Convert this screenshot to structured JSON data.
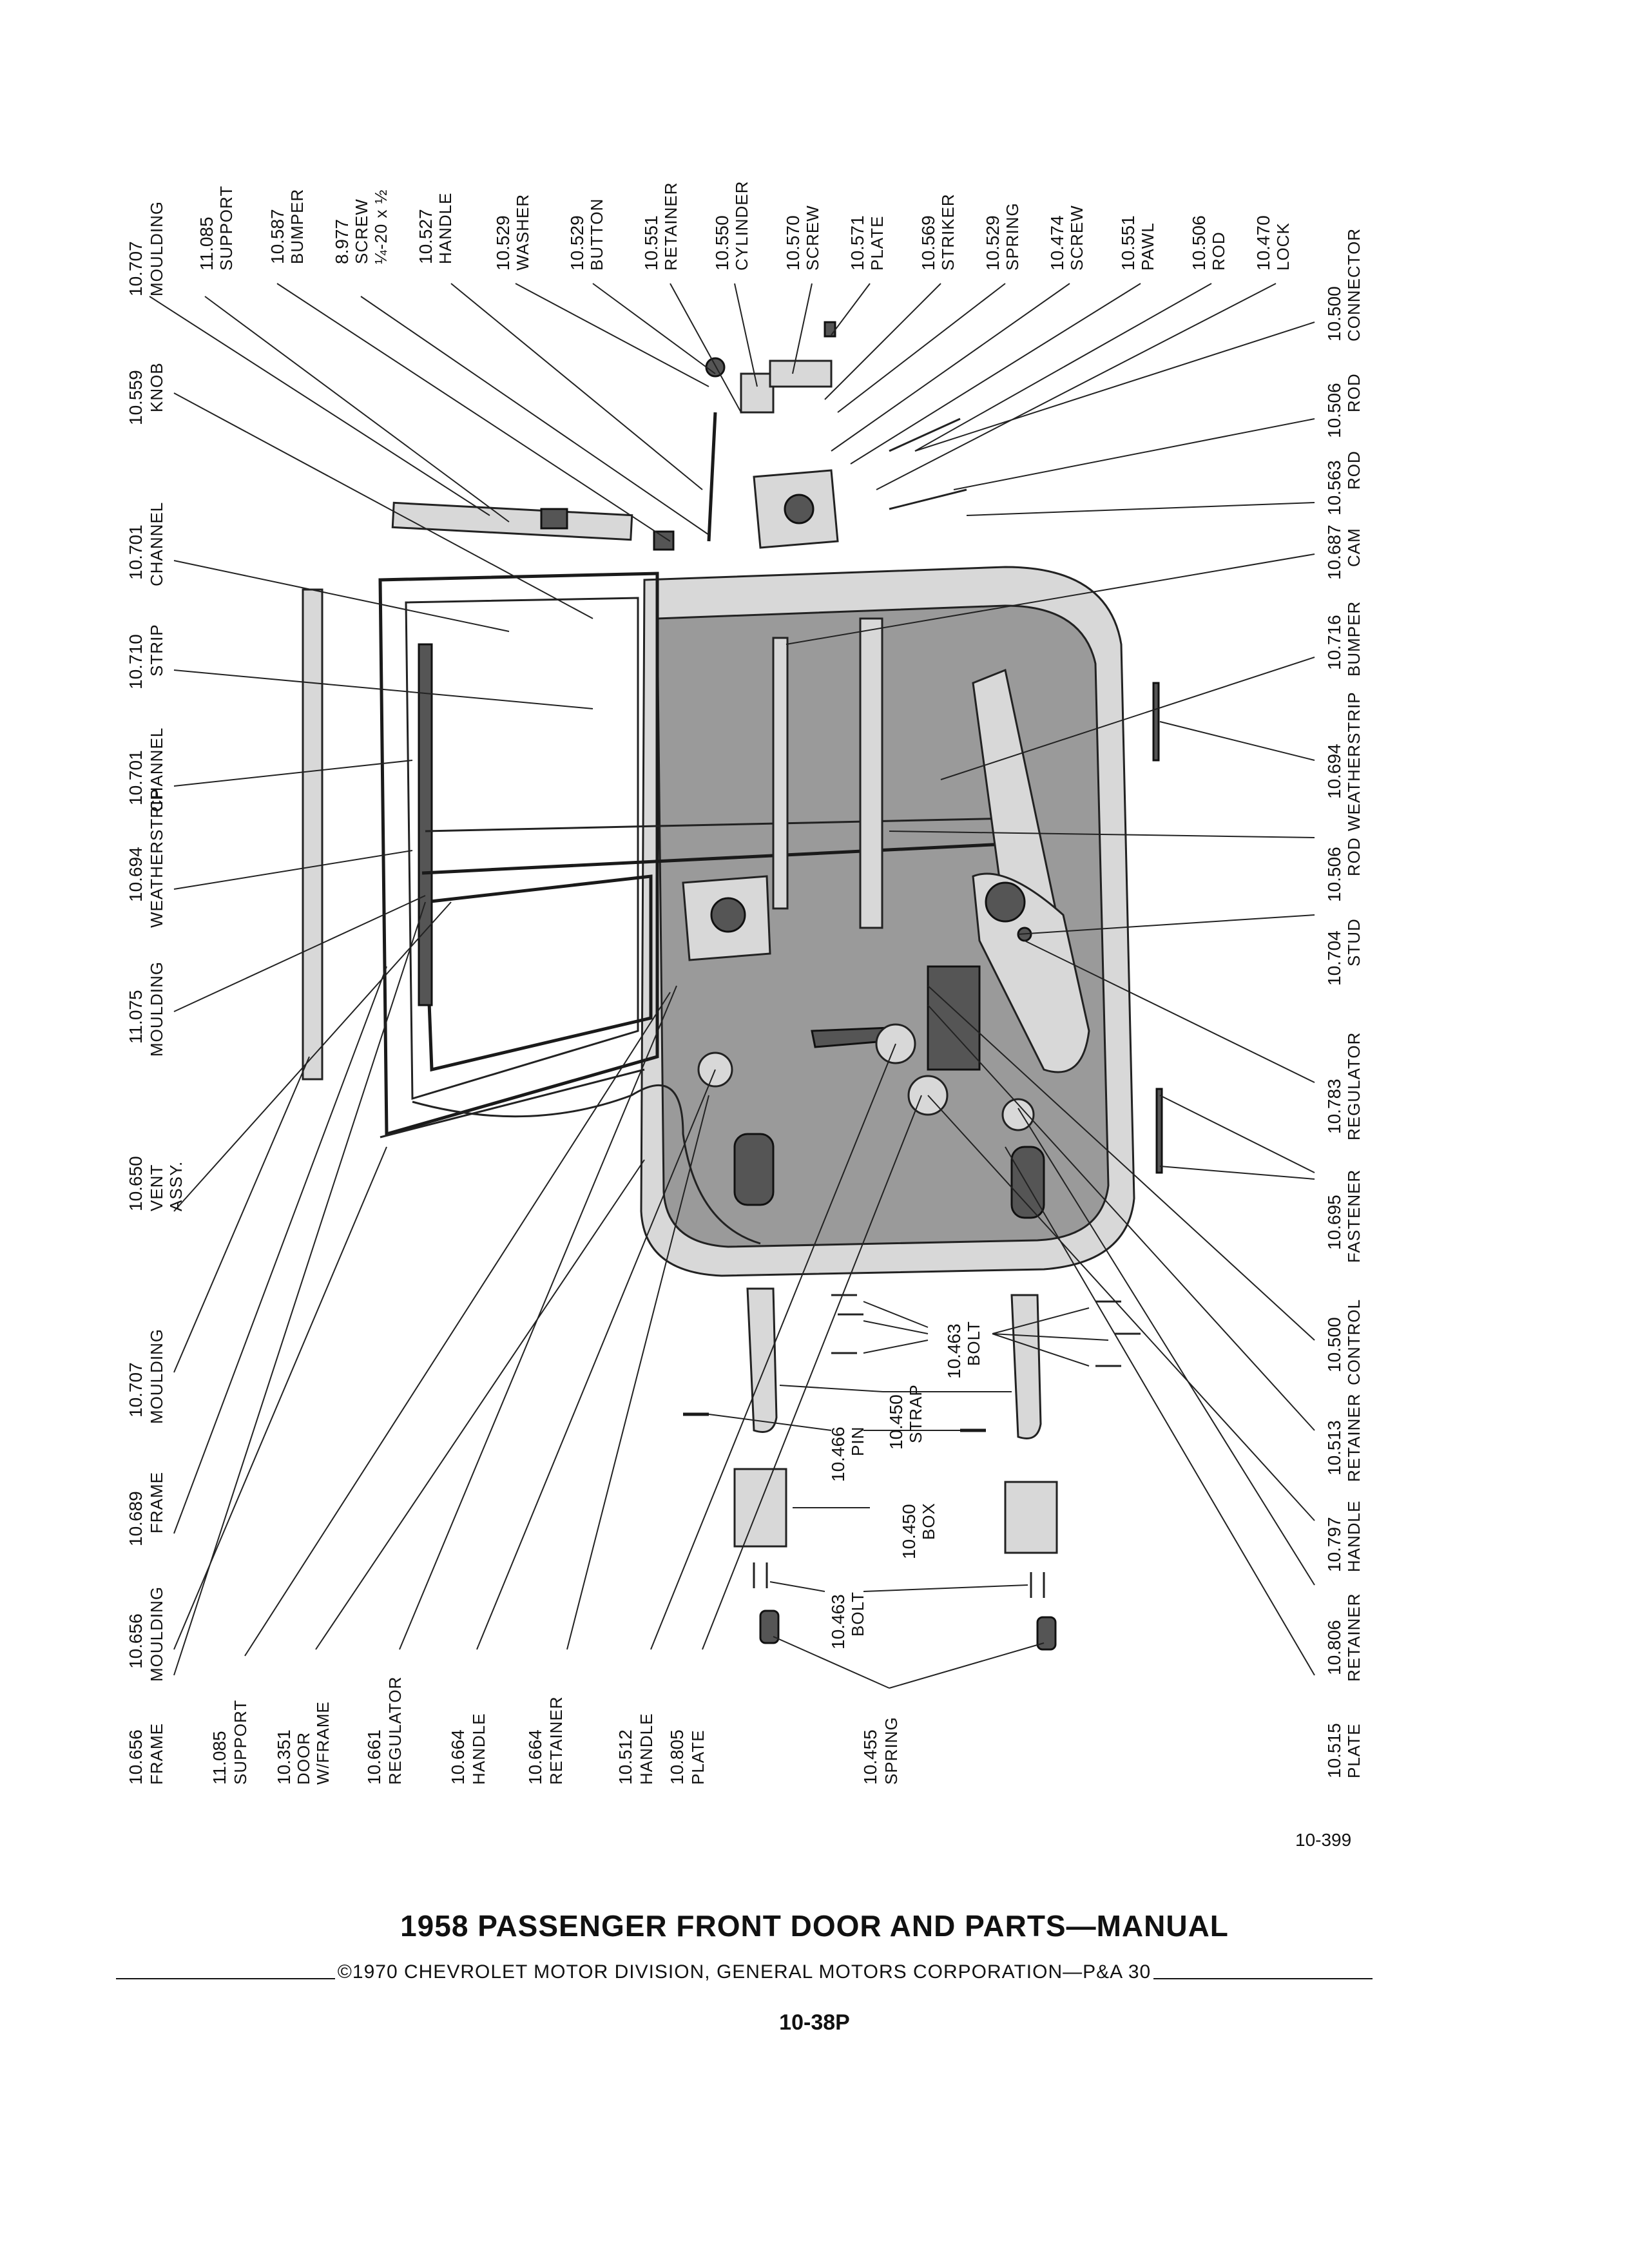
{
  "title": "1958 PASSENGER FRONT DOOR AND PARTS—MANUAL",
  "copyright": "©1970 CHEVROLET MOTOR DIVISION, GENERAL MOTORS CORPORATION—P&A 30",
  "page_number": "10-38P",
  "figure_code": "10-399",
  "labels": {
    "top": [
      {
        "num": "10.707",
        "name": "MOULDING"
      },
      {
        "num": "11.085",
        "name": "SUPPORT"
      },
      {
        "num": "10.587",
        "name": "BUMPER"
      },
      {
        "num": "8.977",
        "name": "SCREW",
        "extra": "¼-20 x ½"
      },
      {
        "num": "10.527",
        "name": "HANDLE"
      },
      {
        "num": "10.529",
        "name": "WASHER"
      },
      {
        "num": "10.529",
        "name": "BUTTON"
      },
      {
        "num": "10.551",
        "name": "RETAINER"
      },
      {
        "num": "10.550",
        "name": "CYLINDER"
      },
      {
        "num": "10.570",
        "name": "SCREW"
      },
      {
        "num": "10.571",
        "name": "PLATE"
      },
      {
        "num": "10.569",
        "name": "STRIKER"
      },
      {
        "num": "10.529",
        "name": "SPRING"
      },
      {
        "num": "10.474",
        "name": "SCREW"
      },
      {
        "num": "10.551",
        "name": "PAWL"
      },
      {
        "num": "10.506",
        "name": "ROD"
      },
      {
        "num": "10.470",
        "name": "LOCK"
      }
    ],
    "left": [
      {
        "num": "10.559",
        "name": "KNOB"
      },
      {
        "num": "10.701",
        "name": "CHANNEL"
      },
      {
        "num": "10.710",
        "name": "STRIP"
      },
      {
        "num": "10.701",
        "name": "CHANNEL"
      },
      {
        "num": "10.694",
        "name": "WEATHERSTRIP"
      },
      {
        "num": "11.075",
        "name": "MOULDING"
      },
      {
        "num": "10.650",
        "name": "VENT",
        "extra": "ASSY."
      },
      {
        "num": "10.707",
        "name": "MOULDING"
      },
      {
        "num": "10.689",
        "name": "FRAME"
      },
      {
        "num": "10.656",
        "name": "MOULDING"
      }
    ],
    "bottom": [
      {
        "num": "10.656",
        "name": "FRAME"
      },
      {
        "num": "11.085",
        "name": "SUPPORT"
      },
      {
        "num": "10.351",
        "name": "DOOR",
        "extra": "W/FRAME"
      },
      {
        "num": "10.661",
        "name": "REGULATOR"
      },
      {
        "num": "10.664",
        "name": "HANDLE"
      },
      {
        "num": "10.664",
        "name": "RETAINER"
      },
      {
        "num": "10.512",
        "name": "HANDLE"
      },
      {
        "num": "10.805",
        "name": "PLATE"
      },
      {
        "num": "10.455",
        "name": "SPRING"
      }
    ],
    "right": [
      {
        "num": "10.500",
        "name": "CONNECTOR"
      },
      {
        "num": "10.506",
        "name": "ROD"
      },
      {
        "num": "10.563",
        "name": "ROD"
      },
      {
        "num": "10.687",
        "name": "CAM"
      },
      {
        "num": "10.716",
        "name": "BUMPER"
      },
      {
        "num": "10.694",
        "name": "WEATHERSTRIP"
      },
      {
        "num": "10.506",
        "name": "ROD"
      },
      {
        "num": "10.704",
        "name": "STUD"
      },
      {
        "num": "10.783",
        "name": "REGULATOR"
      },
      {
        "num": "10.695",
        "name": "FASTENER"
      },
      {
        "num": "10.500",
        "name": "CONTROL"
      },
      {
        "num": "10.513",
        "name": "RETAINER"
      },
      {
        "num": "10.797",
        "name": "HANDLE"
      },
      {
        "num": "10.806",
        "name": "RETAINER"
      },
      {
        "num": "10.515",
        "name": "PLATE"
      }
    ],
    "hinge": [
      {
        "num": "10.463",
        "name": "BOLT"
      },
      {
        "num": "10.450",
        "name": "STRAP"
      },
      {
        "num": "10.466",
        "name": "PIN"
      },
      {
        "num": "10.450",
        "name": "BOX"
      },
      {
        "num": "10.463",
        "name": "BOLT"
      }
    ]
  }
}
